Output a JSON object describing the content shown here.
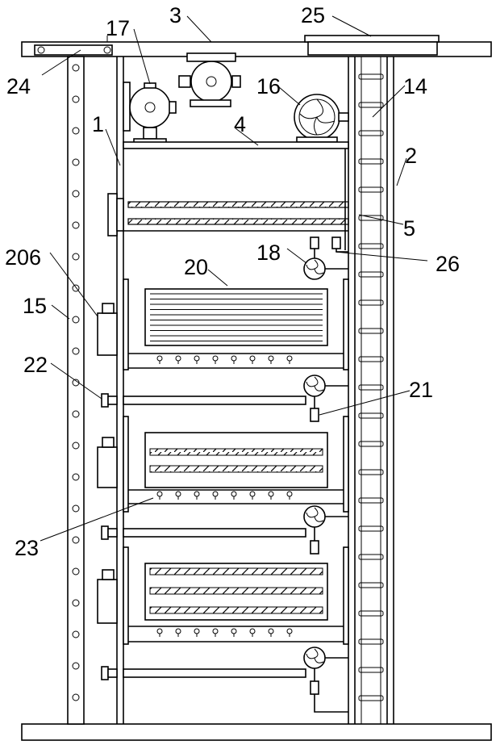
{
  "labels": {
    "l3": "3",
    "l25": "25",
    "l17": "17",
    "l24": "24",
    "l14": "14",
    "l16": "16",
    "l1": "1",
    "l4": "4",
    "l2": "2",
    "l5": "5",
    "l206": "206",
    "l18": "18",
    "l26": "26",
    "l20": "20",
    "l15": "15",
    "l22": "22",
    "l21": "21",
    "l23": "23"
  }
}
